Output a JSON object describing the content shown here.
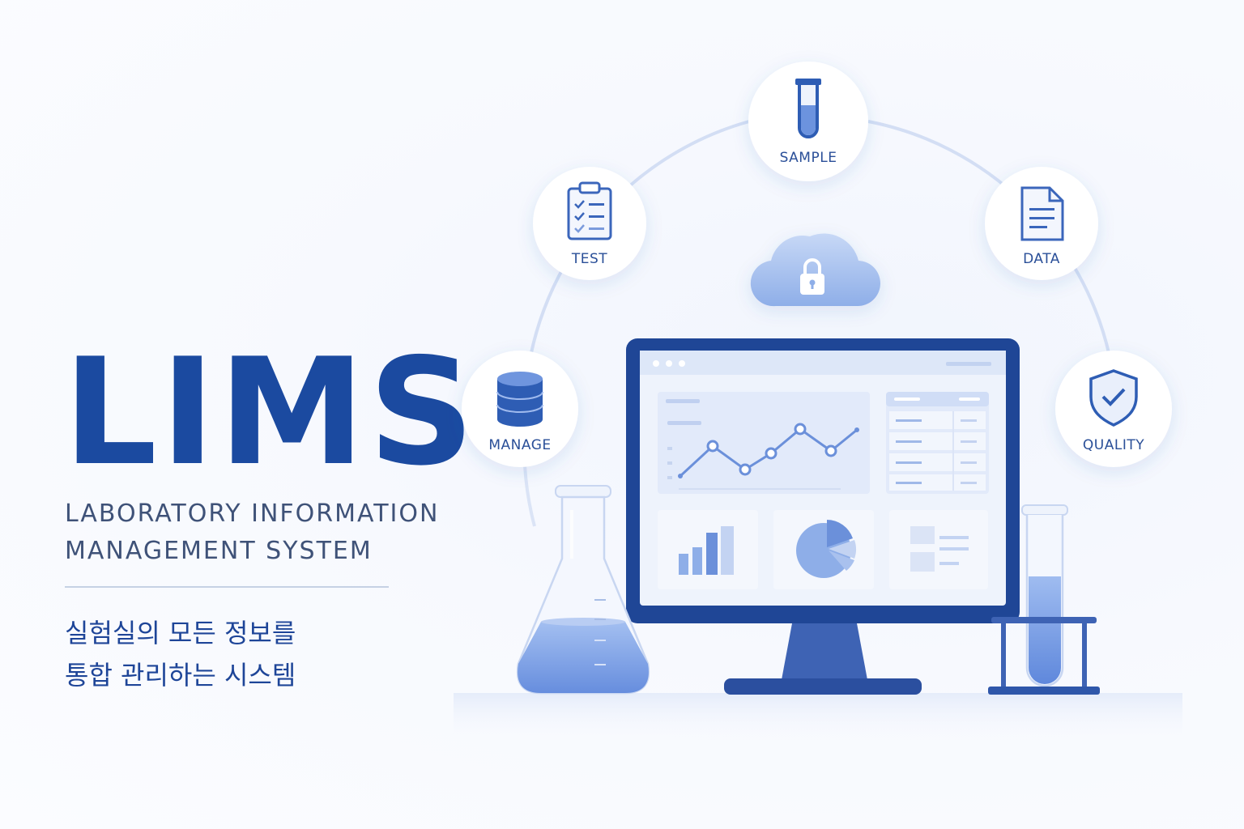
{
  "hero": {
    "title": "LIMS",
    "subtitle_line1": "LABORATORY INFORMATION",
    "subtitle_line2": "MANAGEMENT SYSTEM",
    "korean_line1": "실험실의 모든 정보를",
    "korean_line2": "통합 관리하는 시스템"
  },
  "nodes": {
    "sample": "SAMPLE",
    "test": "TEST",
    "data": "DATA",
    "manage": "MANAGE",
    "quality": "QUALITY"
  },
  "colors": {
    "primary": "#1b4aa0",
    "accent": "#5b86d8",
    "light": "#dce6f8"
  },
  "icons": {
    "sample": "test-tube-icon",
    "test": "clipboard-checklist-icon",
    "data": "document-icon",
    "manage": "database-icon",
    "quality": "shield-check-icon",
    "cloud": "cloud-lock-icon"
  }
}
